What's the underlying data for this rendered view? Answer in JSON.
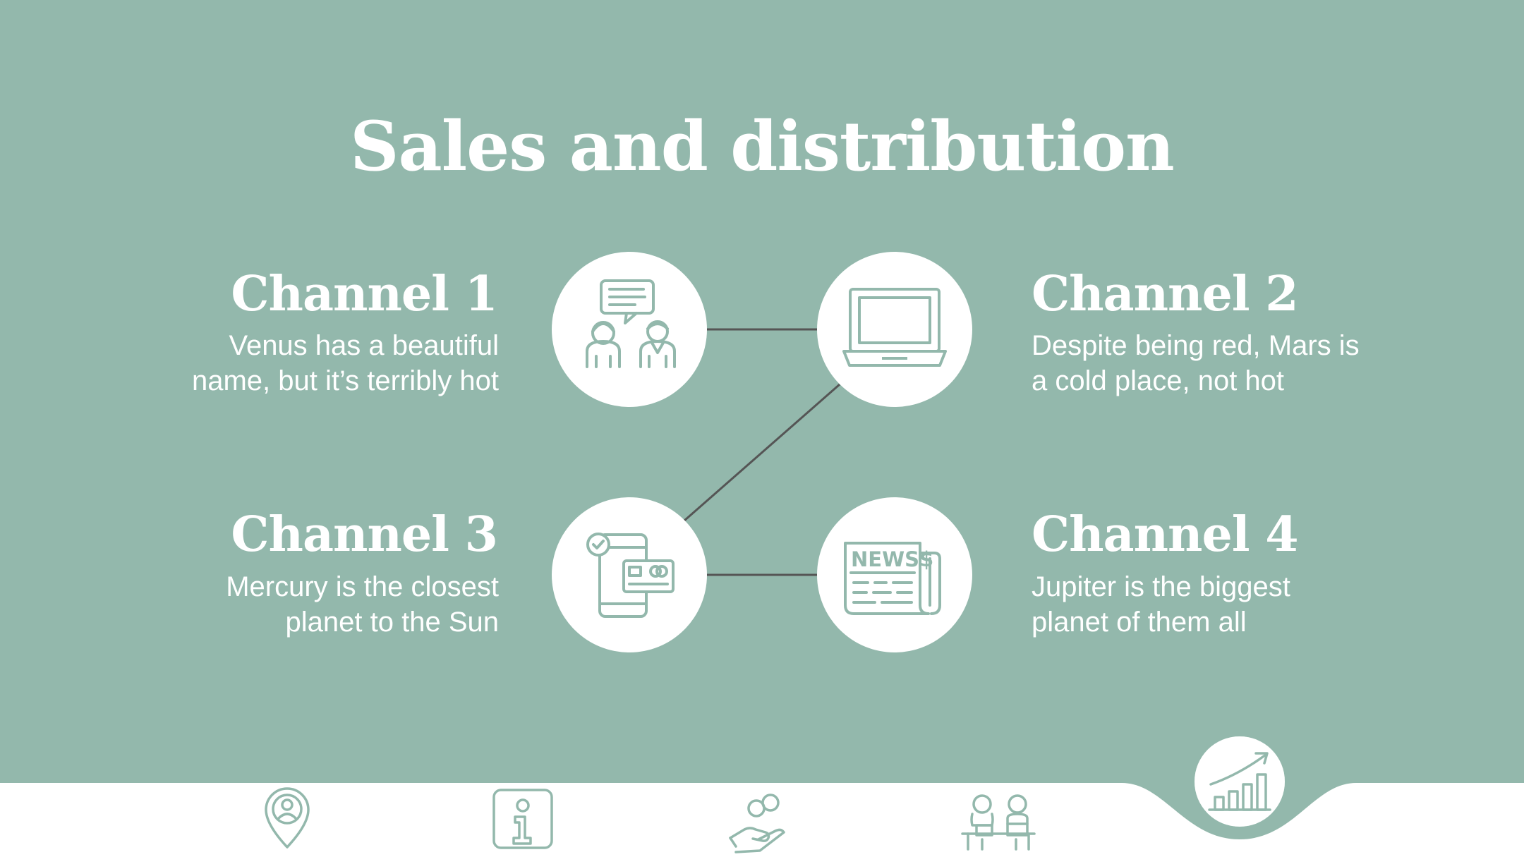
{
  "title": "Sales and distribution",
  "colors": {
    "background": "#93b8ac",
    "accent": "#93b8ac",
    "white": "#ffffff",
    "connector": "#555555"
  },
  "channels": [
    {
      "title": "Channel 1",
      "desc_line1": "Venus has a beautiful",
      "desc_line2": "name, but it’s terribly hot",
      "icon": "chat-people-icon"
    },
    {
      "title": "Channel 2",
      "desc_line1": "Despite being red, Mars is",
      "desc_line2": "a cold place, not hot",
      "icon": "laptop-icon"
    },
    {
      "title": "Channel 3",
      "desc_line1": "Mercury is the closest",
      "desc_line2": "planet to the Sun",
      "icon": "mobile-payment-icon"
    },
    {
      "title": "Channel 4",
      "desc_line1": "Jupiter is the biggest",
      "desc_line2": "planet of them all",
      "icon": "newspaper-icon"
    }
  ],
  "newspaper_text": "NEWS$",
  "bottom_nav": [
    {
      "icon": "location-person-icon",
      "active": false
    },
    {
      "icon": "info-icon",
      "active": false
    },
    {
      "icon": "money-hand-icon",
      "active": false
    },
    {
      "icon": "meeting-people-icon",
      "active": false
    },
    {
      "icon": "growth-chart-icon",
      "active": true
    }
  ]
}
